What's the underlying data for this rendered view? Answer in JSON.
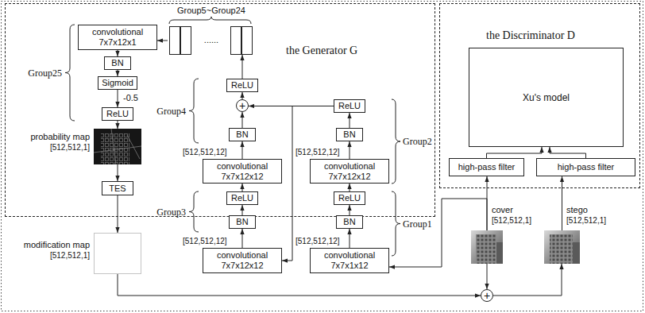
{
  "diagram": {
    "nodes": [
      {
        "text": [
          "the Generator G"
        ]
      },
      {
        "text": [
          "convolutional",
          "7x7x12x1"
        ],
        "in": 0
      },
      {
        "text": [
          "Group5~Group24",
          "......"
        ],
        "in": 0
      },
      {
        "text": [
          "BN"
        ],
        "in": 0
      },
      {
        "text": [
          "Sigmoid"
        ],
        "in": 0
      },
      {
        "text": [
          "ReLU"
        ],
        "in": 0
      },
      {
        "text": [
          "ReLU"
        ],
        "in": 0
      },
      {
        "text": [
          "+"
        ],
        "in": 0
      },
      {
        "text": [
          "ReLU"
        ],
        "in": 0
      },
      {
        "text": [
          "probability map",
          "[512,512,1]"
        ],
        "in": 0
      },
      {
        "text": [
          "BN"
        ],
        "in": 0
      },
      {
        "text": [
          "BN"
        ],
        "in": 0
      },
      {
        "text": [
          "convolutional",
          "7x7x12x12"
        ],
        "in": 0
      },
      {
        "text": [
          "convolutional",
          "7x7x12x12"
        ],
        "in": 0
      },
      {
        "text": [
          "TES"
        ],
        "in": 0
      },
      {
        "text": [
          "ReLU"
        ],
        "in": 0
      },
      {
        "text": [
          "ReLU"
        ],
        "in": 0
      },
      {
        "text": [
          "BN"
        ],
        "in": 0
      },
      {
        "text": [
          "BN"
        ],
        "in": 0
      },
      {
        "text": [
          "convolutional",
          "7x7x12x12"
        ],
        "in": 0
      },
      {
        "text": [
          "convolutional",
          "7x7x1x12"
        ],
        "in": 0
      },
      {
        "text": [
          "the Discriminator D"
        ]
      },
      {
        "text": [
          "Xu's model"
        ],
        "in": 21
      },
      {
        "text": [
          "high-pass filter"
        ],
        "in": 21
      },
      {
        "text": [
          "high-pass filter"
        ],
        "in": 21
      },
      {
        "text": [
          "cover",
          "[512,512,1]"
        ]
      },
      {
        "text": [
          "stego",
          "[512,512,1]"
        ]
      },
      {
        "text": [
          "modification map",
          "[512,512,1]"
        ]
      },
      {
        "text": [
          "+"
        ]
      }
    ],
    "edges": [
      {
        "from": 25,
        "to": 23,
        "arrow": "to"
      },
      {
        "from": 26,
        "to": 24,
        "arrow": "to"
      },
      {
        "from": 23,
        "to": 22,
        "arrow": "to"
      },
      {
        "from": 24,
        "to": 22,
        "arrow": "to"
      },
      {
        "from": 25,
        "to": 20,
        "arrow": "to"
      },
      {
        "from": 20,
        "to": 18,
        "arrow": "to"
      },
      {
        "from": 18,
        "to": 16,
        "arrow": "to"
      },
      {
        "from": 16,
        "to": 13,
        "arrow": "to"
      },
      {
        "from": 13,
        "to": 11,
        "arrow": "to"
      },
      {
        "from": 11,
        "to": 8,
        "arrow": "to"
      },
      {
        "from": 8,
        "to": 7,
        "arrow": "to"
      },
      {
        "from": 8,
        "to": 19,
        "arrow": "to"
      },
      {
        "from": 19,
        "to": 17,
        "arrow": "to"
      },
      {
        "from": 17,
        "to": 15,
        "arrow": "to"
      },
      {
        "from": 15,
        "to": 12,
        "arrow": "to"
      },
      {
        "from": 12,
        "to": 10,
        "arrow": "to"
      },
      {
        "from": 10,
        "to": 7,
        "arrow": "to"
      },
      {
        "from": 7,
        "to": 6,
        "arrow": "to"
      },
      {
        "from": 6,
        "to": 2,
        "arrow": "to"
      },
      {
        "from": 2,
        "to": 1,
        "arrow": "to"
      },
      {
        "from": 1,
        "to": 3,
        "arrow": "to"
      },
      {
        "from": 3,
        "to": 4,
        "arrow": "to"
      },
      {
        "from": 4,
        "to": 5,
        "label": "-0.5",
        "arrow": "to"
      },
      {
        "from": 5,
        "to": 9,
        "arrow": "to"
      },
      {
        "from": 9,
        "to": 14,
        "arrow": "to"
      },
      {
        "from": 14,
        "to": 27,
        "arrow": "to"
      },
      {
        "from": 27,
        "to": 28,
        "arrow": "to"
      },
      {
        "from": 25,
        "to": 28,
        "arrow": "to"
      },
      {
        "from": 28,
        "to": 26,
        "arrow": "to"
      }
    ],
    "labels": [
      "Group25",
      "Group4",
      "Group3",
      "Group2",
      "Group1",
      "[512,512,12]",
      "[512,512,12]",
      "[512,512,12]",
      "[512,512,12]"
    ]
  }
}
